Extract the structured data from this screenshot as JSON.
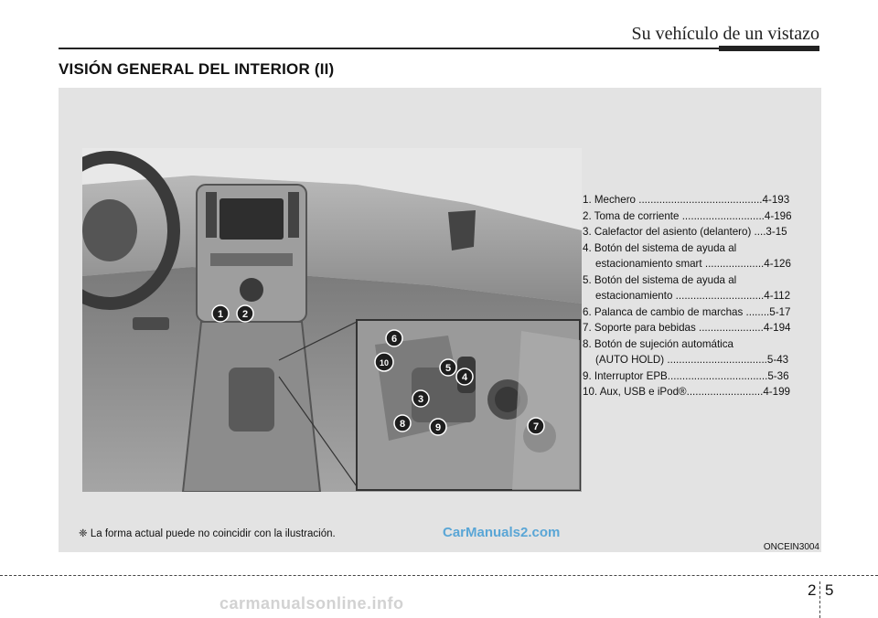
{
  "header": {
    "title": "Su vehículo de un vistazo"
  },
  "section": {
    "title": "VISIÓN GENERAL DEL INTERIOR (II)"
  },
  "callouts": [
    "1",
    "2",
    "3",
    "4",
    "5",
    "6",
    "7",
    "8",
    "9",
    "10"
  ],
  "legend": {
    "items": [
      {
        "line1": "1. Mechero ..........................................4-193"
      },
      {
        "line1": "2. Toma de corriente ............................4-196"
      },
      {
        "line1": "3. Calefactor del asiento (delantero)  ....3-15"
      },
      {
        "line1": "4. Botón del sistema de ayuda al",
        "line2": "estacionamiento smart ....................4-126"
      },
      {
        "line1": "5. Botón del sistema de ayuda al",
        "line2": "estacionamiento ..............................4-112"
      },
      {
        "line1": "6. Palanca de cambio de marchas ........5-17"
      },
      {
        "line1": "7. Soporte para bebidas ......................4-194"
      },
      {
        "line1": "8. Botón de sujeción automática",
        "line2": "(AUTO HOLD)  ..................................5-43"
      },
      {
        "line1": "9. Interruptor EPB..................................5-36"
      },
      {
        "line1": "10. Aux, USB e iPod®..........................4-199"
      }
    ]
  },
  "note": "❈ La forma actual puede no coincidir con la ilustración.",
  "image_code": "ONCEIN3004",
  "watermark": "CarManuals2.com",
  "footer": {
    "page_left": "2",
    "page_right": "5"
  },
  "bottom_watermark": "carmanualsonline.info"
}
